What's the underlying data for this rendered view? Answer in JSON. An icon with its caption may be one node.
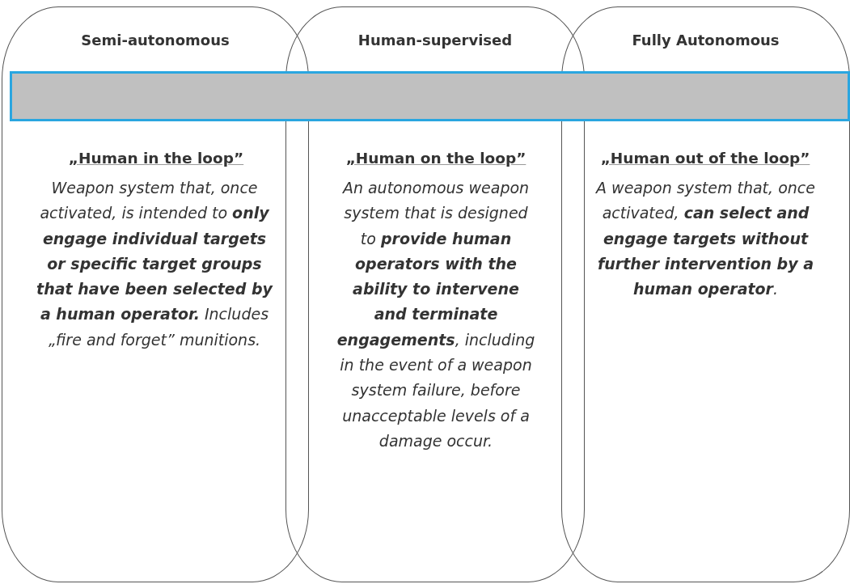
{
  "diagram": {
    "nodes": [
      {
        "text": [
          "Semi-autonomous",
          "„Human in the loop”",
          "Weapon system that, once activated, is intended to **only engage individual targets or specific target groups that have been selected by a human operator.** Includes „fire and forget” munitions."
        ]
      },
      {
        "text": [
          "Human-supervised",
          "„Human on the loop”",
          "An autonomous weapon system that is designed to **provide human operators with the ability to intervene and terminate engagements**, including in the event of a weapon system failure, before unacceptable levels of a damage occur."
        ]
      },
      {
        "text": [
          "Fully Autonomous",
          "„Human out of the loop”",
          "A weapon system that, once activated, **can select and engage targets without further intervention by a human operator**."
        ]
      },
      {
        "text": [],
        "shape": "bar"
      }
    ]
  }
}
